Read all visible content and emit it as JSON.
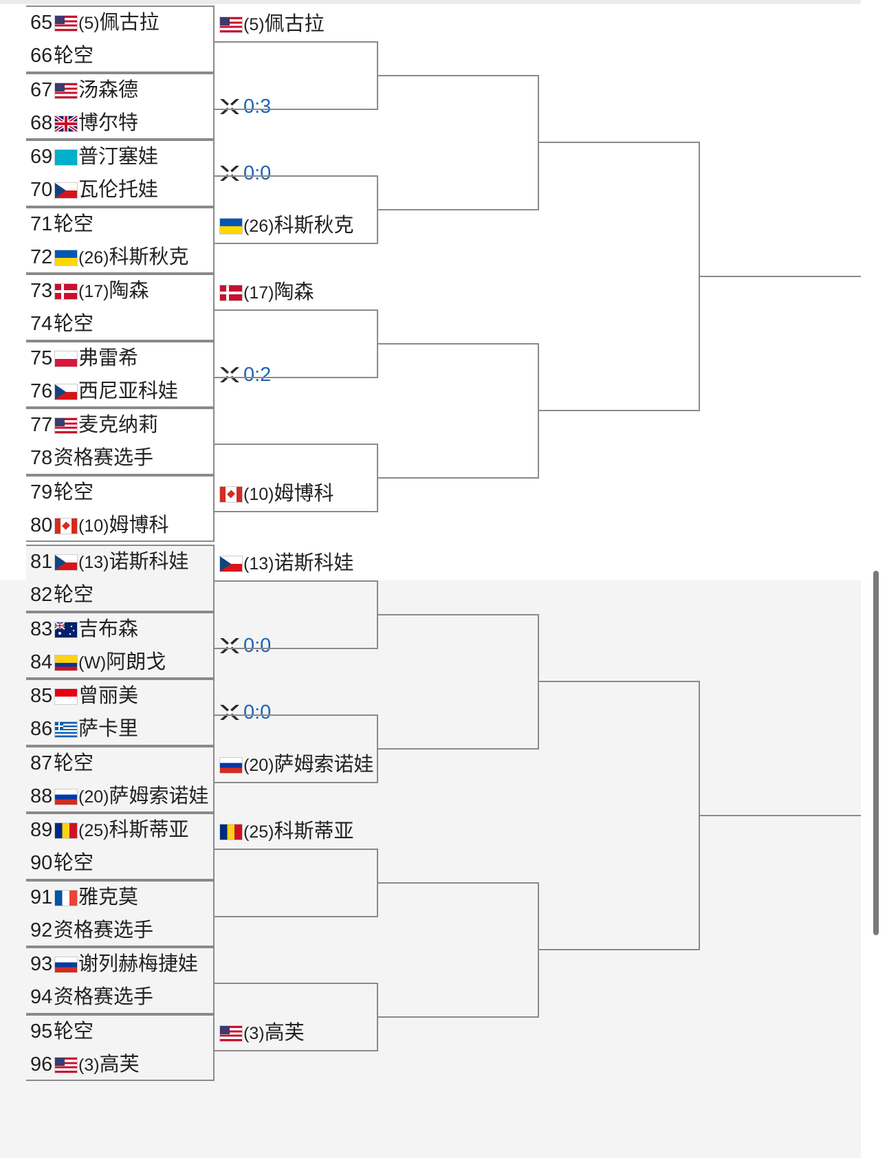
{
  "colors": {
    "line": "#8a8a8a",
    "score": "#1e64b4",
    "band_alt": "#f4f4f4"
  },
  "round1": [
    {
      "a": {
        "num": "65",
        "flag": "us",
        "seed": "(5)",
        "name": "佩古拉"
      },
      "b": {
        "num": "66",
        "flag": "",
        "seed": "",
        "name": "轮空"
      }
    },
    {
      "a": {
        "num": "67",
        "flag": "us",
        "seed": "",
        "name": "汤森德"
      },
      "b": {
        "num": "68",
        "flag": "gb",
        "seed": "",
        "name": "博尔特"
      }
    },
    {
      "a": {
        "num": "69",
        "flag": "kz",
        "seed": "",
        "name": "普汀塞娃"
      },
      "b": {
        "num": "70",
        "flag": "cz",
        "seed": "",
        "name": "瓦伦托娃"
      }
    },
    {
      "a": {
        "num": "71",
        "flag": "",
        "seed": "",
        "name": "轮空"
      },
      "b": {
        "num": "72",
        "flag": "ua",
        "seed": "(26)",
        "name": "科斯秋克"
      }
    },
    {
      "a": {
        "num": "73",
        "flag": "dk",
        "seed": "(17)",
        "name": "陶森"
      },
      "b": {
        "num": "74",
        "flag": "",
        "seed": "",
        "name": "轮空"
      }
    },
    {
      "a": {
        "num": "75",
        "flag": "pl",
        "seed": "",
        "name": "弗雷希"
      },
      "b": {
        "num": "76",
        "flag": "cz",
        "seed": "",
        "name": "西尼亚科娃"
      }
    },
    {
      "a": {
        "num": "77",
        "flag": "us",
        "seed": "",
        "name": "麦克纳莉"
      },
      "b": {
        "num": "78",
        "flag": "",
        "seed": "",
        "name": "资格赛选手"
      }
    },
    {
      "a": {
        "num": "79",
        "flag": "",
        "seed": "",
        "name": "轮空"
      },
      "b": {
        "num": "80",
        "flag": "ca",
        "seed": "(10)",
        "name": "姆博科"
      }
    },
    {
      "a": {
        "num": "81",
        "flag": "cz",
        "seed": "(13)",
        "name": "诺斯科娃"
      },
      "b": {
        "num": "82",
        "flag": "",
        "seed": "",
        "name": "轮空"
      }
    },
    {
      "a": {
        "num": "83",
        "flag": "au",
        "seed": "",
        "name": "吉布森"
      },
      "b": {
        "num": "84",
        "flag": "co",
        "seed": "(W)",
        "name": "阿朗戈"
      }
    },
    {
      "a": {
        "num": "85",
        "flag": "id",
        "seed": "",
        "name": "曾丽美"
      },
      "b": {
        "num": "86",
        "flag": "gr",
        "seed": "",
        "name": "萨卡里"
      }
    },
    {
      "a": {
        "num": "87",
        "flag": "",
        "seed": "",
        "name": "轮空"
      },
      "b": {
        "num": "88",
        "flag": "ru",
        "seed": "(20)",
        "name": "萨姆索诺娃"
      }
    },
    {
      "a": {
        "num": "89",
        "flag": "ro",
        "seed": "(25)",
        "name": "科斯蒂亚"
      },
      "b": {
        "num": "90",
        "flag": "",
        "seed": "",
        "name": "轮空"
      }
    },
    {
      "a": {
        "num": "91",
        "flag": "fr",
        "seed": "",
        "name": "雅克莫"
      },
      "b": {
        "num": "92",
        "flag": "",
        "seed": "",
        "name": "资格赛选手"
      }
    },
    {
      "a": {
        "num": "93",
        "flag": "ru",
        "seed": "",
        "name": "谢列赫梅捷娃"
      },
      "b": {
        "num": "94",
        "flag": "",
        "seed": "",
        "name": "资格赛选手"
      }
    },
    {
      "a": {
        "num": "95",
        "flag": "",
        "seed": "",
        "name": "轮空"
      },
      "b": {
        "num": "96",
        "flag": "us",
        "seed": "(3)",
        "name": "高芙"
      }
    }
  ],
  "round2": [
    {
      "type": "player",
      "flag": "us",
      "seed": "(5)",
      "name": "佩古拉"
    },
    {
      "type": "score",
      "score": "0:3"
    },
    {
      "type": "score",
      "score": "0:0"
    },
    {
      "type": "player",
      "flag": "ua",
      "seed": "(26)",
      "name": "科斯秋克"
    },
    {
      "type": "player",
      "flag": "dk",
      "seed": "(17)",
      "name": "陶森"
    },
    {
      "type": "score",
      "score": "0:2"
    },
    {
      "type": "empty"
    },
    {
      "type": "player",
      "flag": "ca",
      "seed": "(10)",
      "name": "姆博科"
    },
    {
      "type": "player",
      "flag": "cz",
      "seed": "(13)",
      "name": "诺斯科娃"
    },
    {
      "type": "score",
      "score": "0:0"
    },
    {
      "type": "score",
      "score": "0:0"
    },
    {
      "type": "player",
      "flag": "ru",
      "seed": "(20)",
      "name": "萨姆索诺娃"
    },
    {
      "type": "player",
      "flag": "ro",
      "seed": "(25)",
      "name": "科斯蒂亚"
    },
    {
      "type": "empty"
    },
    {
      "type": "empty"
    },
    {
      "type": "player",
      "flag": "us",
      "seed": "(3)",
      "name": "高芙"
    }
  ]
}
